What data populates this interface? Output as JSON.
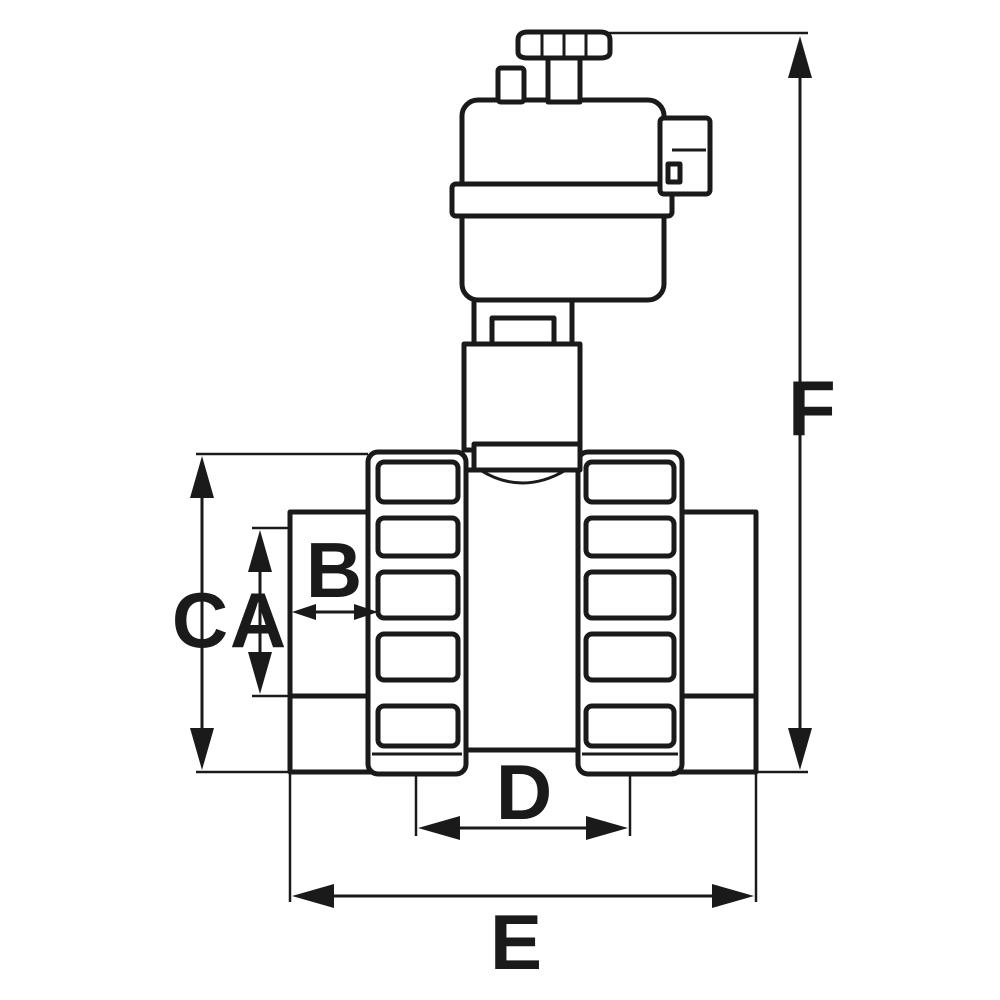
{
  "dimensions": {
    "a": "A",
    "b": "B",
    "c": "C",
    "d": "D",
    "e": "E",
    "f": "F"
  },
  "colors": {
    "line": "#1a1a1a",
    "background": "#ffffff"
  }
}
